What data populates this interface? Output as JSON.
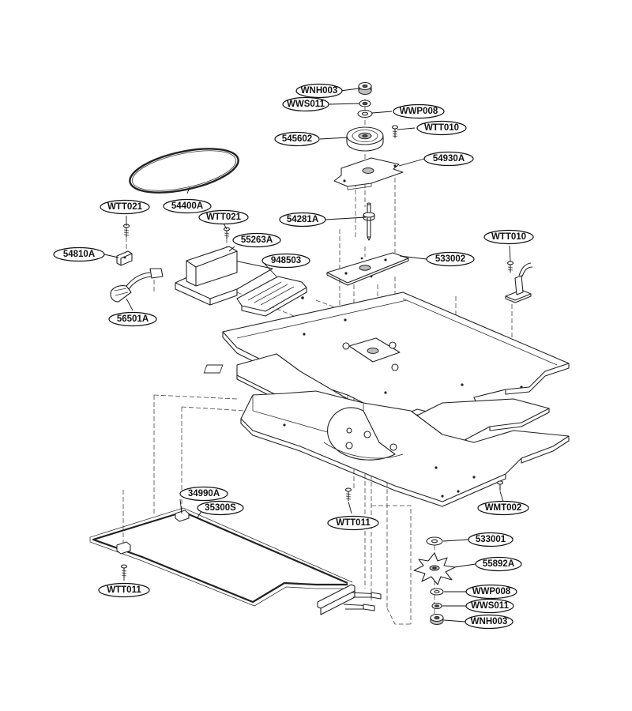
{
  "callouts": {
    "wnh003_top": "WNH003",
    "wws011_top": "WWS011",
    "wwp008_top": "WWP008",
    "wtt010_top": "WTT010",
    "p545602": "545602",
    "p54930a": "54930A",
    "p54400a": "54400A",
    "wtt021_left": "WTT021",
    "wtt021_mid": "WTT021",
    "p54281a": "54281A",
    "p55263a": "55263A",
    "p54810a": "54810A",
    "p948503": "948503",
    "wtt010_right": "WTT010",
    "p533002": "533002",
    "p56501a": "56501A",
    "wmt002": "WMT002",
    "p34990a": "34990A",
    "p35300s": "35300S",
    "wtt011_center": "WTT011",
    "p533001": "533001",
    "p55892a": "55892A",
    "wtt011_left": "WTT011",
    "wwp008_bottom": "WWP008",
    "wws011_bottom": "WWS011",
    "wnh003_bottom": "WNH003"
  }
}
